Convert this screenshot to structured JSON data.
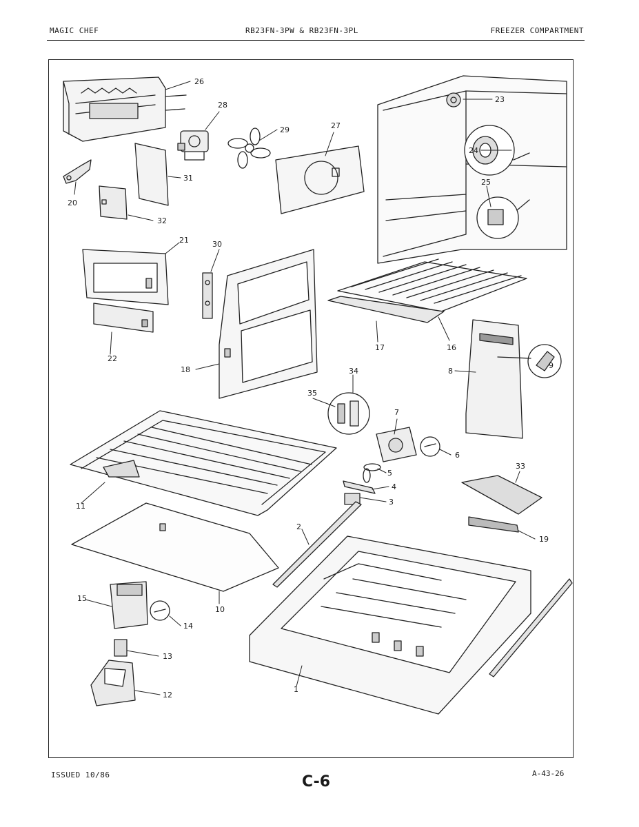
{
  "header": {
    "left": "MAGIC CHEF",
    "center": "RB23FN-3PW & RB23FN-3PL",
    "right": "FREEZER COMPARTMENT"
  },
  "footer": {
    "issued": "ISSUED 10/86",
    "page": "C-6",
    "code": "A-43-26"
  },
  "callouts": {
    "n1": "1",
    "n2": "2",
    "n3": "3",
    "n4": "4",
    "n5": "5",
    "n6": "6",
    "n7": "7",
    "n8": "8",
    "n9": "9",
    "n10": "10",
    "n11": "11",
    "n12": "12",
    "n13": "13",
    "n14": "14",
    "n15": "15",
    "n16": "16",
    "n17": "17",
    "n18": "18",
    "n19": "19",
    "n20": "20",
    "n21": "21",
    "n22": "22",
    "n23": "23",
    "n24": "24",
    "n25": "25",
    "n26": "26",
    "n27": "27",
    "n28": "28",
    "n29": "29",
    "n30": "30",
    "n31": "31",
    "n32": "32",
    "n33": "33",
    "n34": "34",
    "n35": "35"
  }
}
